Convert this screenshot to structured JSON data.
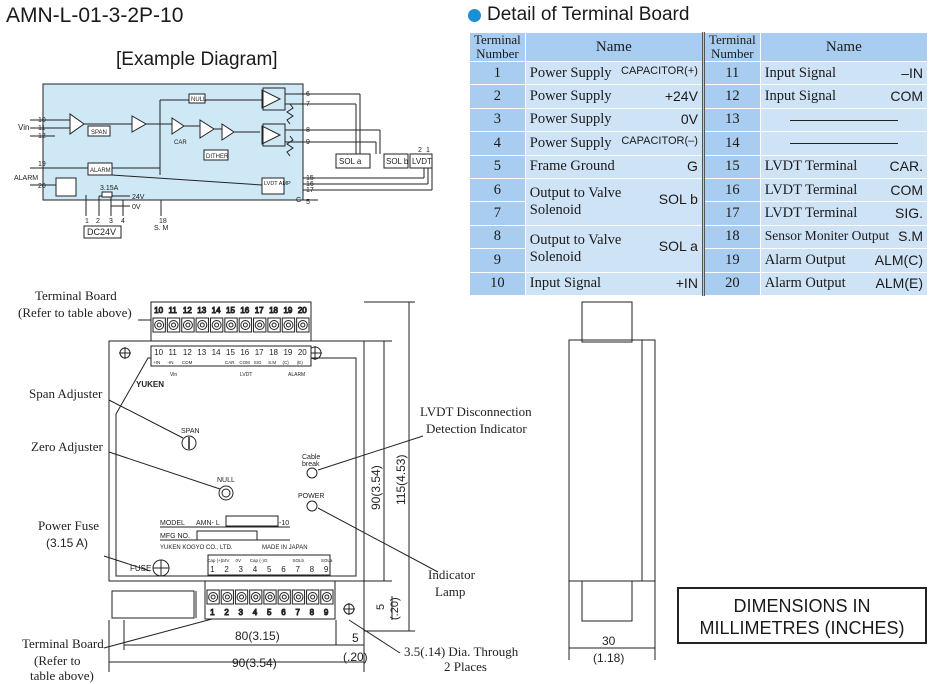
{
  "model": "AMN-L-01-3-2P-10",
  "example_title": "[Example Diagram]",
  "detail_title": "Detail of Terminal Board",
  "table": {
    "headers": {
      "terminal_number": "Terminal Number",
      "name": "Name"
    },
    "rows_left": [
      {
        "num": "1",
        "name": "Power Supply",
        "sig": "CAPACITOR(+)"
      },
      {
        "num": "2",
        "name": "Power Supply",
        "sig": "+24V"
      },
      {
        "num": "3",
        "name": "Power Supply",
        "sig": "0V"
      },
      {
        "num": "4",
        "name": "Power Supply",
        "sig": "CAPACITOR(–)"
      },
      {
        "num": "5",
        "name": "Frame Ground",
        "sig": "G"
      },
      {
        "num": "6",
        "name": "Output to Valve Solenoid",
        "sig": "SOL b"
      },
      {
        "num": "7",
        "name": "",
        "sig": ""
      },
      {
        "num": "8",
        "name": "Output to Valve Solenoid",
        "sig": "SOL a"
      },
      {
        "num": "9",
        "name": "",
        "sig": ""
      },
      {
        "num": "10",
        "name": "Input Signal",
        "sig": "+IN"
      }
    ],
    "rows_right": [
      {
        "num": "11",
        "name": "Input Signal",
        "sig": "–IN"
      },
      {
        "num": "12",
        "name": "Input Signal",
        "sig": "COM"
      },
      {
        "num": "13",
        "name": "",
        "sig": ""
      },
      {
        "num": "14",
        "name": "",
        "sig": ""
      },
      {
        "num": "15",
        "name": "LVDT Terminal",
        "sig": "CAR."
      },
      {
        "num": "16",
        "name": "LVDT Terminal",
        "sig": "COM"
      },
      {
        "num": "17",
        "name": "LVDT Terminal",
        "sig": "SIG."
      },
      {
        "num": "18",
        "name": "Sensor Moniter Output",
        "sig": "S.M"
      },
      {
        "num": "19",
        "name": "Alarm Output",
        "sig": "ALM(C)"
      },
      {
        "num": "20",
        "name": "Alarm Output",
        "sig": "ALM(E)"
      }
    ]
  },
  "schematic": {
    "vin": "Vin",
    "alarm": "ALARM",
    "span": "SPAN",
    "null": "NULL",
    "car": "CAR",
    "dither": "DITHER",
    "alarm_box": "ALARM",
    "lvdt_amp": "LVDT AMP",
    "sol_a": "SOL a",
    "sol_b": "SOL b",
    "lvdt": "LVDT",
    "fuse": "3.15A",
    "plus24": "24V",
    "zero_v": "0V",
    "dc24": "DC24V",
    "sm": "S. M",
    "g": "G",
    "pins_left": [
      "10",
      "11",
      "12",
      "19",
      "20"
    ],
    "pins_right": [
      "6",
      "7",
      "8",
      "9",
      "15",
      "16",
      "17",
      "5"
    ],
    "pins_bottom": [
      "1",
      "2",
      "3",
      "4",
      "18"
    ],
    "pins_top_right": [
      "2",
      "1"
    ]
  },
  "front": {
    "terminal_board_label": "Terminal Board",
    "refer_label": "(Refer to table above)",
    "terminal_board_label2": "Terminal Board",
    "refer_label2a": "(Refer to",
    "refer_label2b": "table above)",
    "span_adjuster": "Span Adjuster",
    "zero_adjuster": "Zero Adjuster",
    "power_fuse": "Power Fuse",
    "fuse_rating": "(3.15 A)",
    "lvdt_disconnect_1": "LVDT Disconnection",
    "lvdt_disconnect_2": "Detection Indicator",
    "indicator_1": "Indicator",
    "indicator_2": "Lamp",
    "span_knob": "SPAN",
    "null_knob": "NULL",
    "cable_break_1": "Cable",
    "cable_break_2": "break",
    "power_lamp": "POWER",
    "fuse_label": "FUSE",
    "model_label": "MODEL",
    "model_value": "AMN- L",
    "model_suffix": "-10",
    "mfg_label": "MFG NO.",
    "maker": "YUKEN KOGYO CO., LTD.",
    "made_in": "MADE IN JAPAN",
    "logo": "YUKEN",
    "top_pins": [
      "10",
      "11",
      "12",
      "13",
      "14",
      "15",
      "16",
      "17",
      "18",
      "19",
      "20"
    ],
    "bottom_pins": [
      "1",
      "2",
      "3",
      "4",
      "5",
      "6",
      "7",
      "8",
      "9"
    ],
    "top_sub": [
      "+IN",
      "-IN",
      "COM",
      "",
      "",
      "CAR",
      "COM",
      "SIG",
      "S.M",
      "(C)",
      "(E)"
    ],
    "top_groups": [
      "Vin",
      "LVDT",
      "ALARM"
    ],
    "bottom_sub": [
      "Cap (+)",
      "24V",
      "0V",
      "Cap (-)",
      "G",
      "",
      "SOLb",
      "",
      "SOLa"
    ],
    "dim_80": "80(3.15)",
    "dim_90w": "90(3.54)",
    "dim_5": "5",
    "dim_020": "(.20)",
    "dim_90h": "90(3.54)",
    "dim_115": "115(4.53)",
    "dim_5r": "5",
    "dim_020r": "(.20)",
    "hole_1": "3.5(.14) Dia. Through",
    "hole_2": "2 Places"
  },
  "side": {
    "dim_30": "30",
    "dim_118": "(1.18)"
  },
  "dimensions_box": {
    "line1": "DIMENSIONS IN",
    "line2": "MILLIMETRES (INCHES)"
  }
}
